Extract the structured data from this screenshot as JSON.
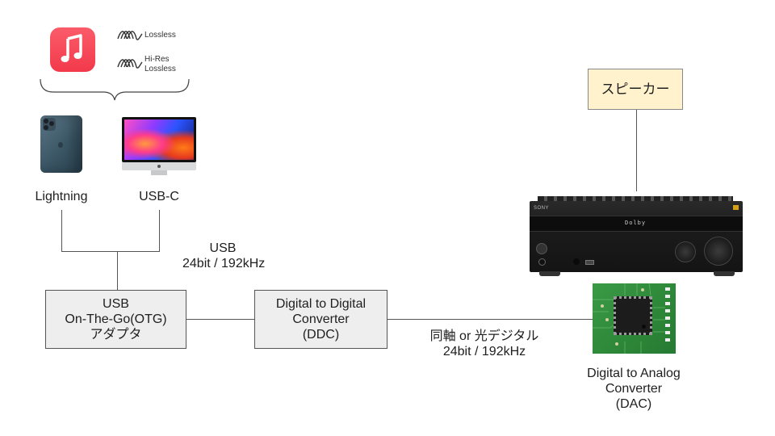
{
  "sources": {
    "app_icon": "apple-music-icon",
    "badges": [
      {
        "icon": "lossless-wave-icon",
        "lines": [
          "Lossless"
        ]
      },
      {
        "icon": "lossless-wave-icon",
        "lines": [
          "Hi-Res",
          "Lossless"
        ]
      }
    ],
    "devices": [
      {
        "icon": "iphone-image",
        "label": "Lightning"
      },
      {
        "icon": "imac-image",
        "label": "USB-C"
      }
    ]
  },
  "links": {
    "usb": {
      "lines": [
        "USB",
        "24bit / 192kHz"
      ]
    },
    "digital": {
      "lines": [
        "同軸 or 光デジタル",
        "24bit / 192kHz"
      ]
    }
  },
  "nodes": {
    "otg": {
      "lines": [
        "USB",
        "On-The-Go(OTG)",
        "アダプタ"
      ]
    },
    "ddc": {
      "lines": [
        "Digital to Digital",
        "Converter",
        "(DDC)"
      ]
    },
    "dac": {
      "lines": [
        "Digital to Analog",
        "Converter",
        "(DAC)"
      ],
      "image": "dac-chip-image"
    },
    "receiver": {
      "image": "av-receiver-image",
      "brand": "SONY",
      "display": "Dolby"
    },
    "speaker": {
      "label": "スピーカー"
    }
  },
  "colors": {
    "box_fill": "#eeeeee",
    "speaker_fill": "#fff2cc",
    "line": "#555555",
    "music_red": "#f94c57",
    "pcb_green": "#2f8a3a"
  }
}
